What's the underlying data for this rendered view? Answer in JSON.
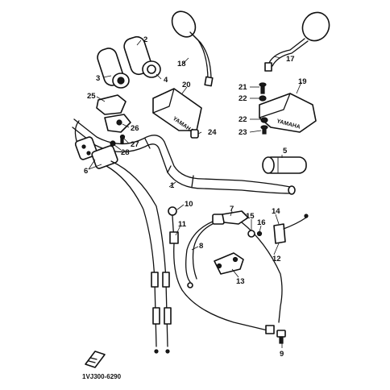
{
  "diagram": {
    "brand_marks": [
      "YAMAHA",
      "YAMAHA"
    ],
    "drawing_code": "1VJ300-6290",
    "callouts": [
      "1",
      "2",
      "3",
      "4",
      "5",
      "6",
      "7",
      "8",
      "9",
      "10",
      "11",
      "12",
      "13",
      "14",
      "15",
      "16",
      "17",
      "18",
      "19",
      "20",
      "21",
      "22",
      "22",
      "23",
      "24",
      "25",
      "26",
      "27",
      "28"
    ]
  }
}
